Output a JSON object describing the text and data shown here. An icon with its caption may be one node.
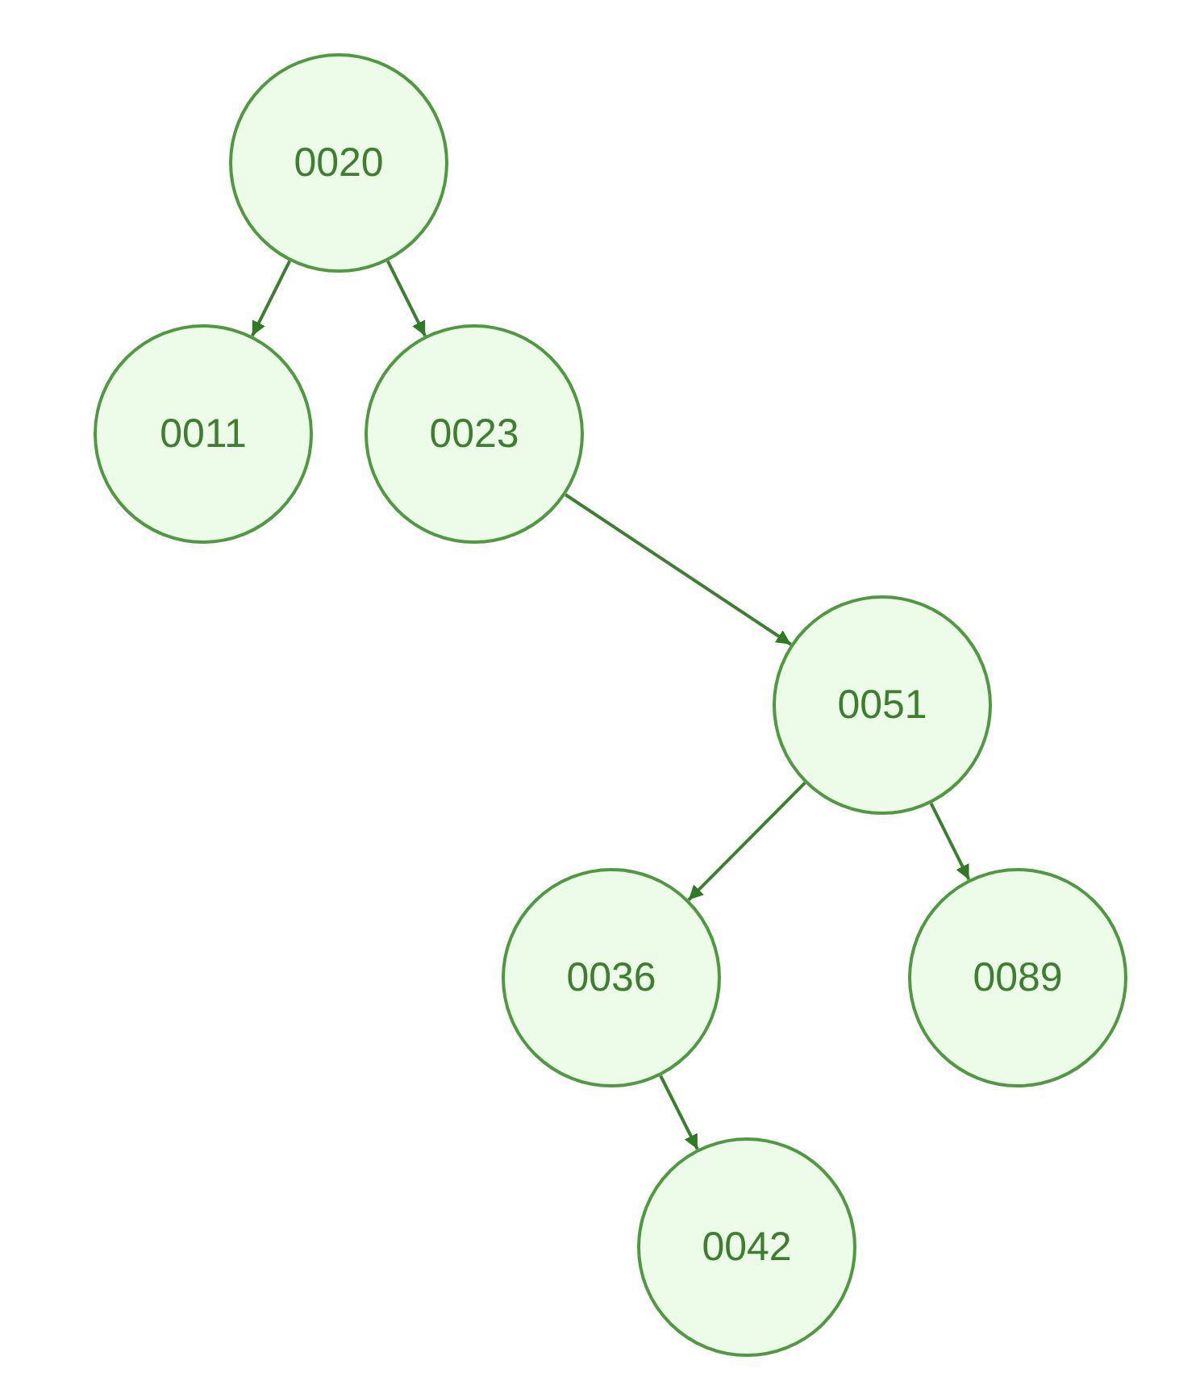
{
  "diagram": {
    "nodes": [
      {
        "text": [
          "0020"
        ]
      },
      {
        "text": [
          "0011"
        ]
      },
      {
        "text": [
          "0023"
        ]
      },
      {
        "text": [
          "0051"
        ]
      },
      {
        "text": [
          "0036"
        ]
      },
      {
        "text": [
          "0089"
        ]
      },
      {
        "text": [
          "0042"
        ]
      }
    ],
    "edges": [
      {
        "from": 0,
        "to": 1,
        "arrow": "to"
      },
      {
        "from": 0,
        "to": 2,
        "arrow": "to"
      },
      {
        "from": 2,
        "to": 3,
        "arrow": "to"
      },
      {
        "from": 3,
        "to": 4,
        "arrow": "to"
      },
      {
        "from": 3,
        "to": 5,
        "arrow": "to"
      },
      {
        "from": 4,
        "to": 6,
        "arrow": "to"
      }
    ]
  }
}
